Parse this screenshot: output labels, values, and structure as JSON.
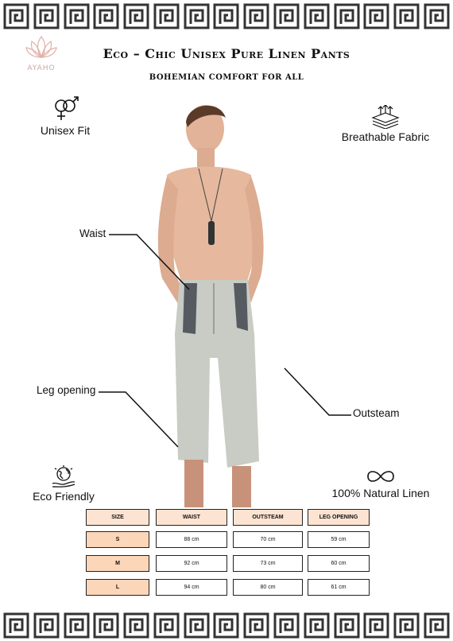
{
  "brand": {
    "name": "AYAHO"
  },
  "header": {
    "title": "Eco – Chic Unisex Pure Linen Pants",
    "subtitle": "BOHEMIAN COMFORT FOR ALL"
  },
  "features": {
    "unisex": {
      "label": "Unisex Fit",
      "icon": "gender-symbols-icon"
    },
    "breathable": {
      "label": "Breathable Fabric",
      "icon": "fabric-layers-icon"
    },
    "eco": {
      "label": "Eco Friendly",
      "icon": "earth-hand-icon"
    },
    "linen": {
      "label": "100% Natural Linen",
      "icon": "infinity-loop-icon"
    }
  },
  "callouts": {
    "waist": "Waist",
    "leg_opening": "Leg opening",
    "outsteam": "Outsteam"
  },
  "size_table": {
    "headers": [
      "SIZE",
      "WAIST",
      "OUTSTEAM",
      "LEG OPENING"
    ],
    "rows": [
      {
        "size": "S",
        "waist": "88 cm",
        "outsteam": "70 cm",
        "leg": "59 cm"
      },
      {
        "size": "M",
        "waist": "92 cm",
        "outsteam": "73 cm",
        "leg": "60 cm"
      },
      {
        "size": "L",
        "waist": "94 cm",
        "outsteam": "80 cm",
        "leg": "61 cm"
      }
    ]
  },
  "colors": {
    "header_fill": "#fde4d2",
    "size_fill": "#fcd6b8",
    "border_pattern": "#333333"
  }
}
